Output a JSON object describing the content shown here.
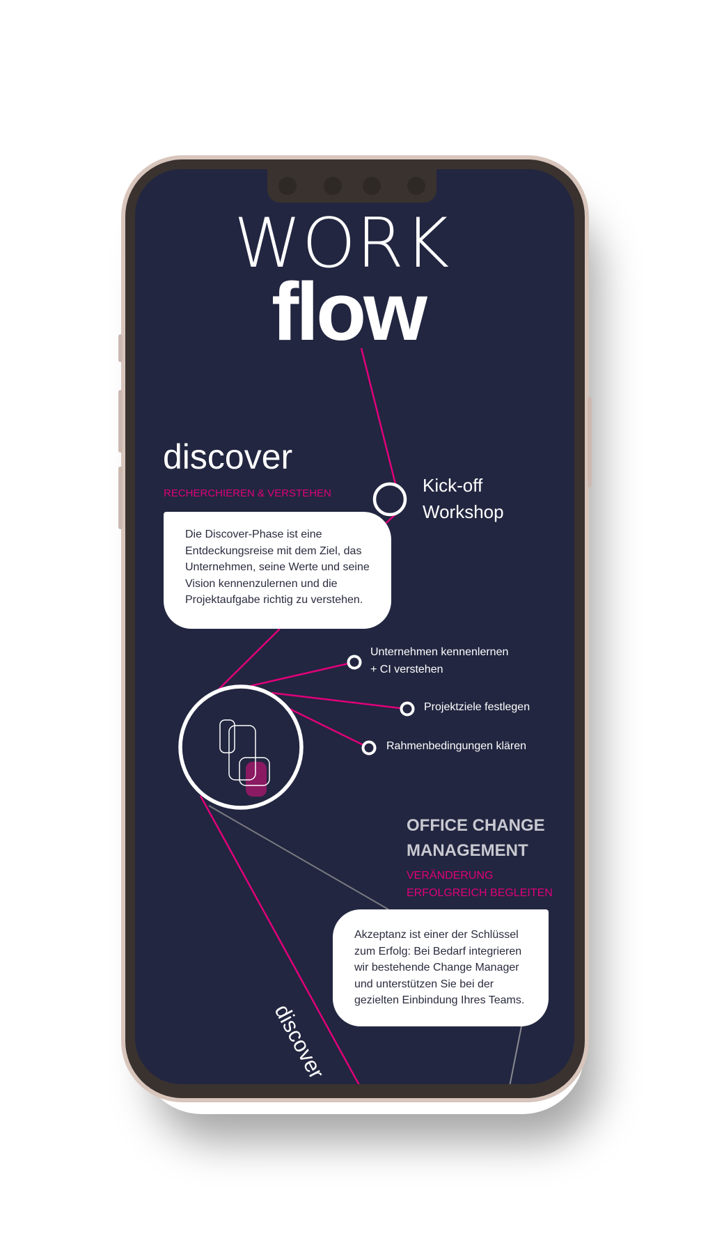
{
  "title": {
    "line1": "WORK",
    "line2": "flow"
  },
  "colors": {
    "screen": "#222640",
    "accent": "#e0007a",
    "frame": "#d8c5bc"
  },
  "discover": {
    "heading": "discover",
    "subtitle": "RECHERCHIEREN & VERSTEHEN",
    "description": [
      "Die Discover-Phase ist eine",
      "Entdeckungsreise mit dem Ziel, das",
      "Unternehmen, seine Werte und seine",
      "Vision kennenzulernen und die",
      "Projektaufgabe richtig zu verstehen."
    ],
    "milestone": [
      "Kick-off",
      "Workshop"
    ],
    "steps": [
      {
        "lines": [
          "Unternehmen kennenlernen",
          "+ CI verstehen"
        ]
      },
      {
        "lines": [
          "Projektziele festlegen"
        ]
      },
      {
        "lines": [
          "Rahmenbedingungen klären"
        ]
      }
    ],
    "phase_label": "discover"
  },
  "office_change": {
    "heading": [
      "OFFICE CHANGE",
      "MANAGEMENT"
    ],
    "subtitle": [
      "VERÄNDERUNG",
      "ERFOLGREICH BEGLEITEN"
    ],
    "description": [
      "Akzeptanz ist einer der Schlüssel",
      "zum Erfolg: Bei Bedarf integrieren",
      "wir bestehende Change Manager",
      "und unterstützen Sie bei der",
      "gezielten Einbindung Ihres Teams."
    ]
  }
}
